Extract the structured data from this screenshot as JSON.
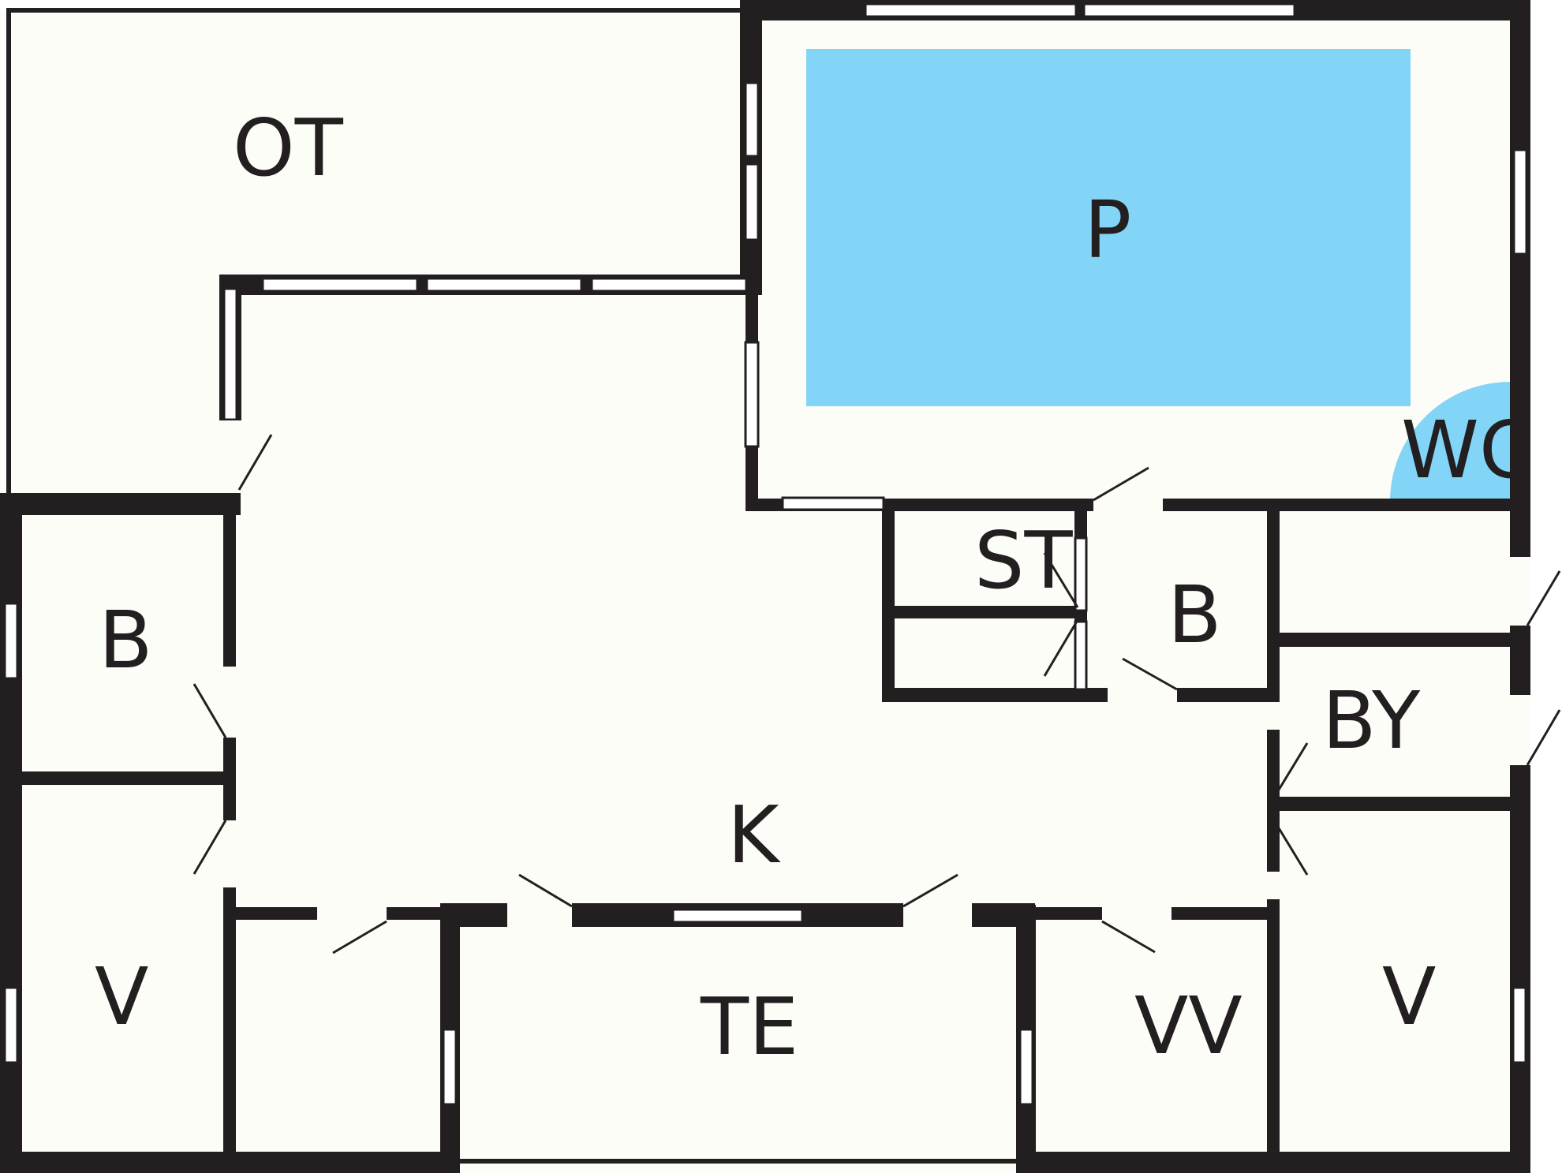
{
  "colors": {
    "floor": "#fdfdf8",
    "wall": "#231f20",
    "pool": "#82d5f7"
  },
  "rooms": {
    "ot": "OT",
    "p": "P",
    "wc": "WC",
    "st": "ST",
    "b_left": "B",
    "b_center": "B",
    "by": "BY",
    "k": "K",
    "v_left": "V",
    "te": "TE",
    "vv": "VV",
    "v_right": "V"
  }
}
